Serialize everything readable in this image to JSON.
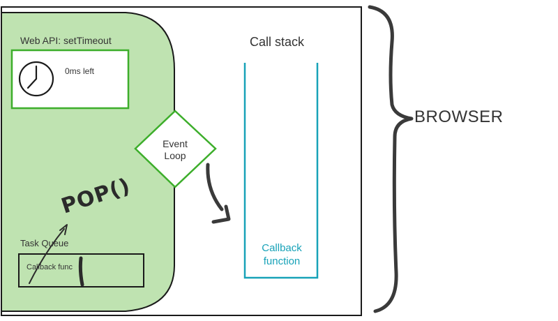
{
  "web_api": {
    "title": "Web API: setTimeout",
    "timer_text": "0ms left"
  },
  "event_loop": {
    "label": "Event Loop"
  },
  "call_stack": {
    "title": "Call stack",
    "item": "Callback function"
  },
  "task_queue": {
    "title": "Task Queue",
    "item": "Callback func"
  },
  "annotations": {
    "browser": "BROWSER",
    "pop": "POP()"
  },
  "colors": {
    "web_api_fill": "#bfe3b1",
    "web_api_border": "#1a1a1a",
    "green_border": "#3dae2b",
    "stack_border": "#17a2b8",
    "marker": "#2b2b2b"
  }
}
